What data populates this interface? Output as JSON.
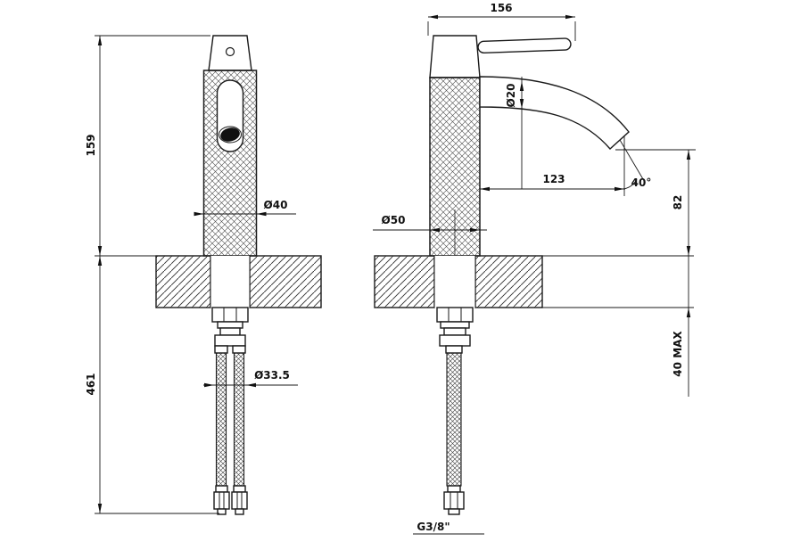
{
  "page": {
    "title": "Single-lever basin mixer – dimensional technical drawing",
    "background_color": "#ffffff",
    "line_color": "#1a1a1a"
  },
  "views": {
    "front_view": "front elevation of mixer with flexible supply hoses",
    "side_view": "side elevation of mixer with spout and lever"
  },
  "dimensions": {
    "overall_depth": "156",
    "height_above_deck": "159",
    "below_deck_length": "461",
    "body_diameter": "Ø40",
    "hole_diameter": "Ø33.5",
    "base_diameter": "Ø50",
    "spout_diameter": "Ø20",
    "spout_reach": "123",
    "spout_angle": "40°",
    "outlet_height": "82",
    "max_deck_thickness": "40 MAX",
    "connection_thread": "G3/8\""
  }
}
